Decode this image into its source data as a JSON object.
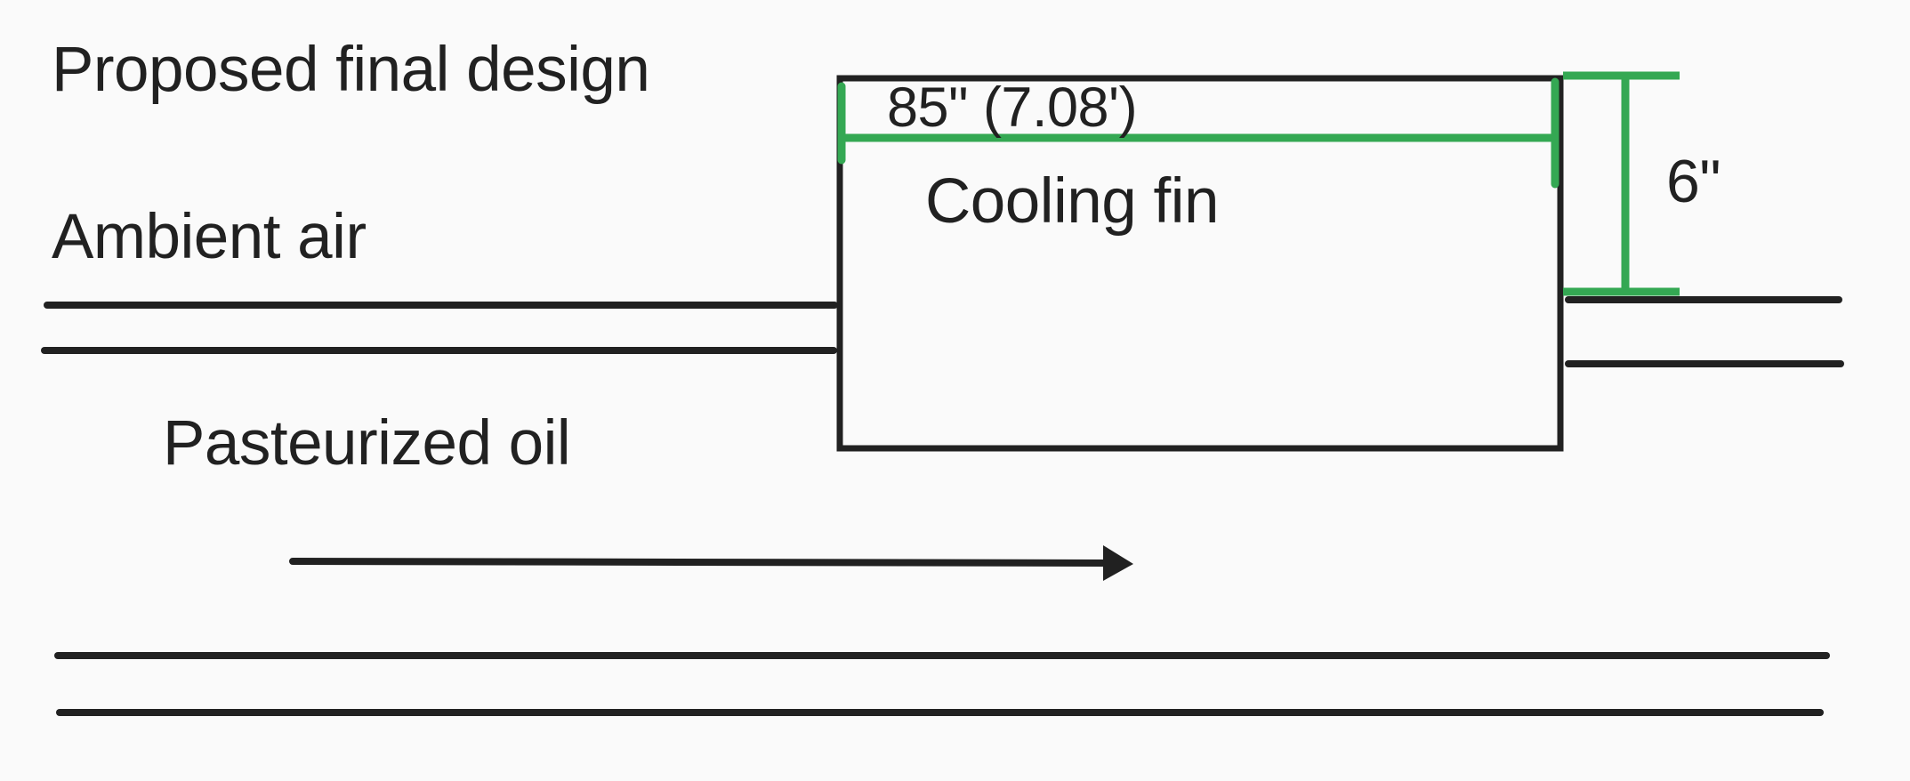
{
  "diagram": {
    "title": "Proposed final design",
    "labels": {
      "ambient_air": "Ambient air",
      "pasteurized_oil": "Pasteurized oil",
      "cooling_fin": "Cooling fin"
    },
    "dimensions": {
      "fin_length": "85\" (7.08')",
      "fin_height": "6\""
    },
    "colors": {
      "ink": "#212121",
      "dimension_green": "#34a853",
      "background": "#fafafa"
    }
  }
}
